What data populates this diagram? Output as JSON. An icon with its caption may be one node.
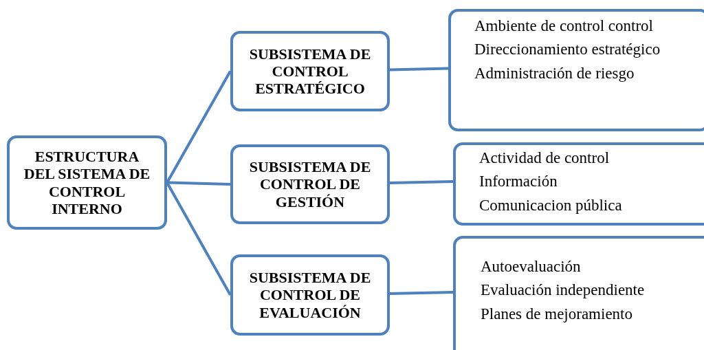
{
  "diagram": {
    "nodes": [
      {
        "text": [
          "ESTRUCTURA DEL SISTEMA DE CONTROL INTERNO"
        ]
      },
      {
        "text": [
          "SUBSISTEMA DE CONTROL ESTRATÉGICO"
        ]
      },
      {
        "text": [
          "SUBSISTEMA DE CONTROL DE GESTIÓN"
        ]
      },
      {
        "text": [
          "SUBSISTEMA DE CONTROL DE EVALUACIÓN"
        ]
      },
      {
        "text": [
          "Ambiente de control control",
          "Direccionamiento estratégico",
          "Administración de riesgo"
        ]
      },
      {
        "text": [
          "Actividad de control",
          "Información",
          "Comunicacion pública"
        ]
      },
      {
        "text": [
          "Autoevaluación",
          "Evaluación independiente",
          "Planes de mejoramiento"
        ]
      }
    ],
    "edges": [
      {
        "from": 0,
        "to": 1,
        "arrow": "none"
      },
      {
        "from": 0,
        "to": 2,
        "arrow": "none"
      },
      {
        "from": 0,
        "to": 3,
        "arrow": "none"
      },
      {
        "from": 1,
        "to": 4,
        "arrow": "none"
      },
      {
        "from": 2,
        "to": 5,
        "arrow": "none"
      },
      {
        "from": 3,
        "to": 6,
        "arrow": "none"
      }
    ]
  }
}
